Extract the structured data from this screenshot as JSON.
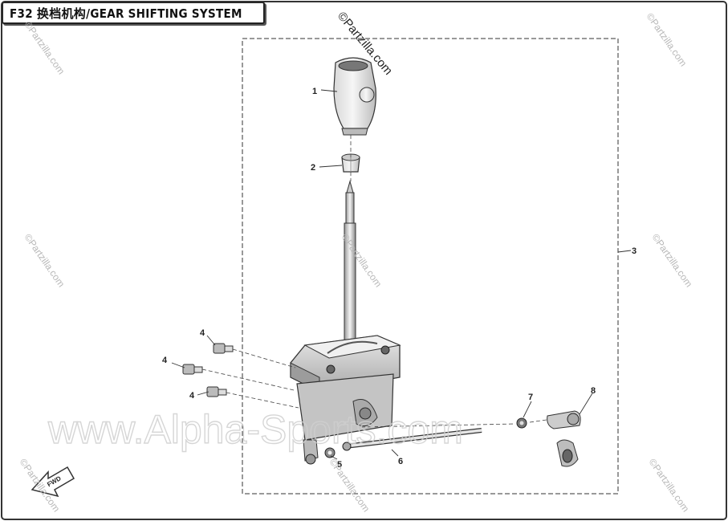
{
  "header": {
    "title": "F32 换档机构/GEAR SHIFTING SYSTEM"
  },
  "watermarks": {
    "partzilla": "©Partzilla.com",
    "alpha": "www.Alpha-Sports.com"
  },
  "callouts": {
    "c1": "1",
    "c2": "2",
    "c3": "3",
    "c4a": "4",
    "c4b": "4",
    "c4c": "4",
    "c5": "5",
    "c6": "6",
    "c7": "7",
    "c8": "8"
  },
  "fwd_label": "FWD"
}
